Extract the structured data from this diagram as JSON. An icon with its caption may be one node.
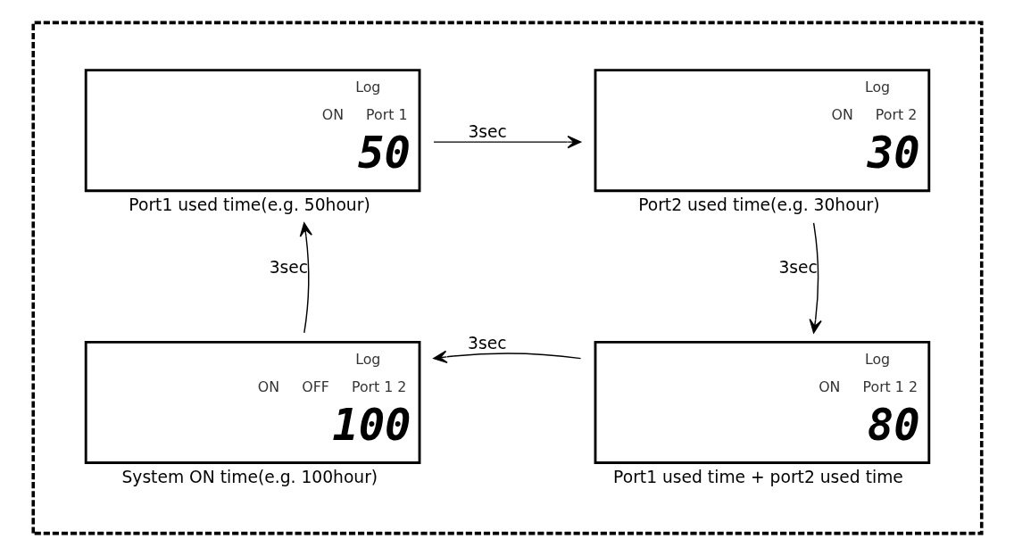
{
  "diagram": {
    "nodes": [
      {
        "text": [],
        "shape": "box"
      },
      {
        "text": [
          "Log",
          "ON",
          "Port 1",
          "50"
        ],
        "in": 0,
        "beside": [
          "Port1 used time(e.g. 50hour)"
        ]
      },
      {
        "text": [
          "Log",
          "ON",
          "Port 2",
          "30"
        ],
        "in": 0,
        "beside": [
          "Port2 used time(e.g. 30hour)"
        ]
      },
      {
        "text": [
          "Log",
          "ON",
          "OFF",
          "Port 1 2",
          "100"
        ],
        "in": 0,
        "beside": [
          "System ON time(e.g. 100hour)"
        ]
      },
      {
        "text": [
          "Log",
          "ON",
          "Port 1 2",
          "80"
        ],
        "in": 0,
        "beside": [
          "Port1 used time + port2 used time"
        ]
      }
    ],
    "edges": [
      {
        "from": 1,
        "to": 2,
        "arrow": "to",
        "label": "3sec"
      },
      {
        "from": 2,
        "to": 4,
        "arrow": "to",
        "label": "3sec"
      },
      {
        "from": 4,
        "to": 3,
        "arrow": "to",
        "label": "3sec"
      },
      {
        "from": 3,
        "to": 1,
        "arrow": "to",
        "label": "3sec"
      }
    ]
  }
}
